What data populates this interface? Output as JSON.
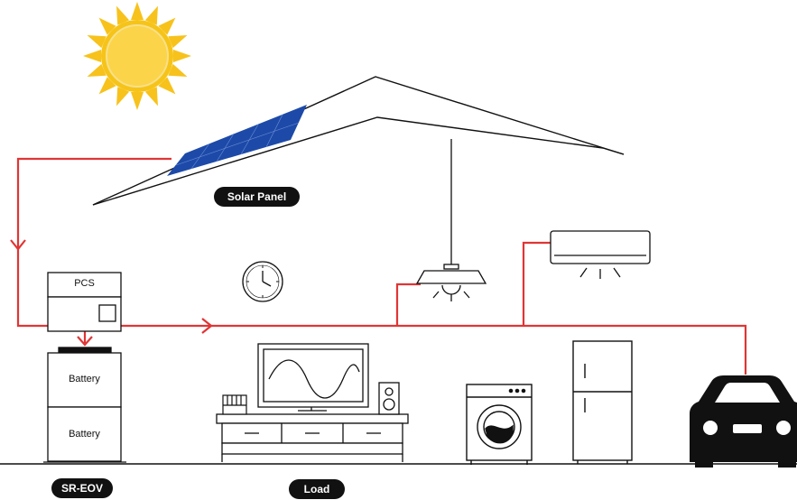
{
  "labels": {
    "solar_panel": "Solar Panel",
    "pcs": "PCS",
    "battery_top": "Battery",
    "battery_bottom": "Battery",
    "system": "SR-EOV",
    "load": "Load"
  },
  "icons": [
    "sun-icon",
    "solar-panel-icon",
    "clock-icon",
    "ceiling-lamp-icon",
    "air-conditioner-icon",
    "tv-icon",
    "speaker-icon",
    "washing-machine-icon",
    "refrigerator-icon",
    "car-icon"
  ],
  "colors": {
    "flow_line": "#e03535",
    "panel": "#1d4aa8",
    "sun": "#f7c21b",
    "outline": "#111111"
  }
}
